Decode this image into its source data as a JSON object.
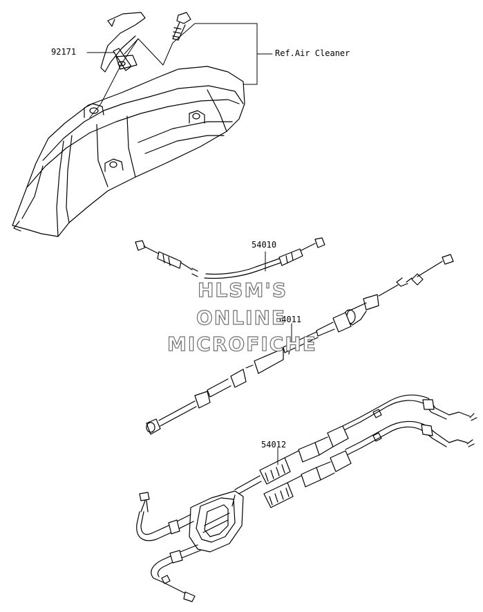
{
  "labels": {
    "part_92171": "92171",
    "ref_air_cleaner": "Ref.Air Cleaner",
    "part_54010": "54010",
    "part_54011": "54011",
    "part_54012": "54012"
  },
  "watermark": {
    "line1": "HLSM'S",
    "line2": "ONLINE",
    "line3": "MICROFICHE"
  },
  "colors": {
    "line": "#000000",
    "background": "#ffffff",
    "watermark_outline": "#6e6e6e"
  }
}
